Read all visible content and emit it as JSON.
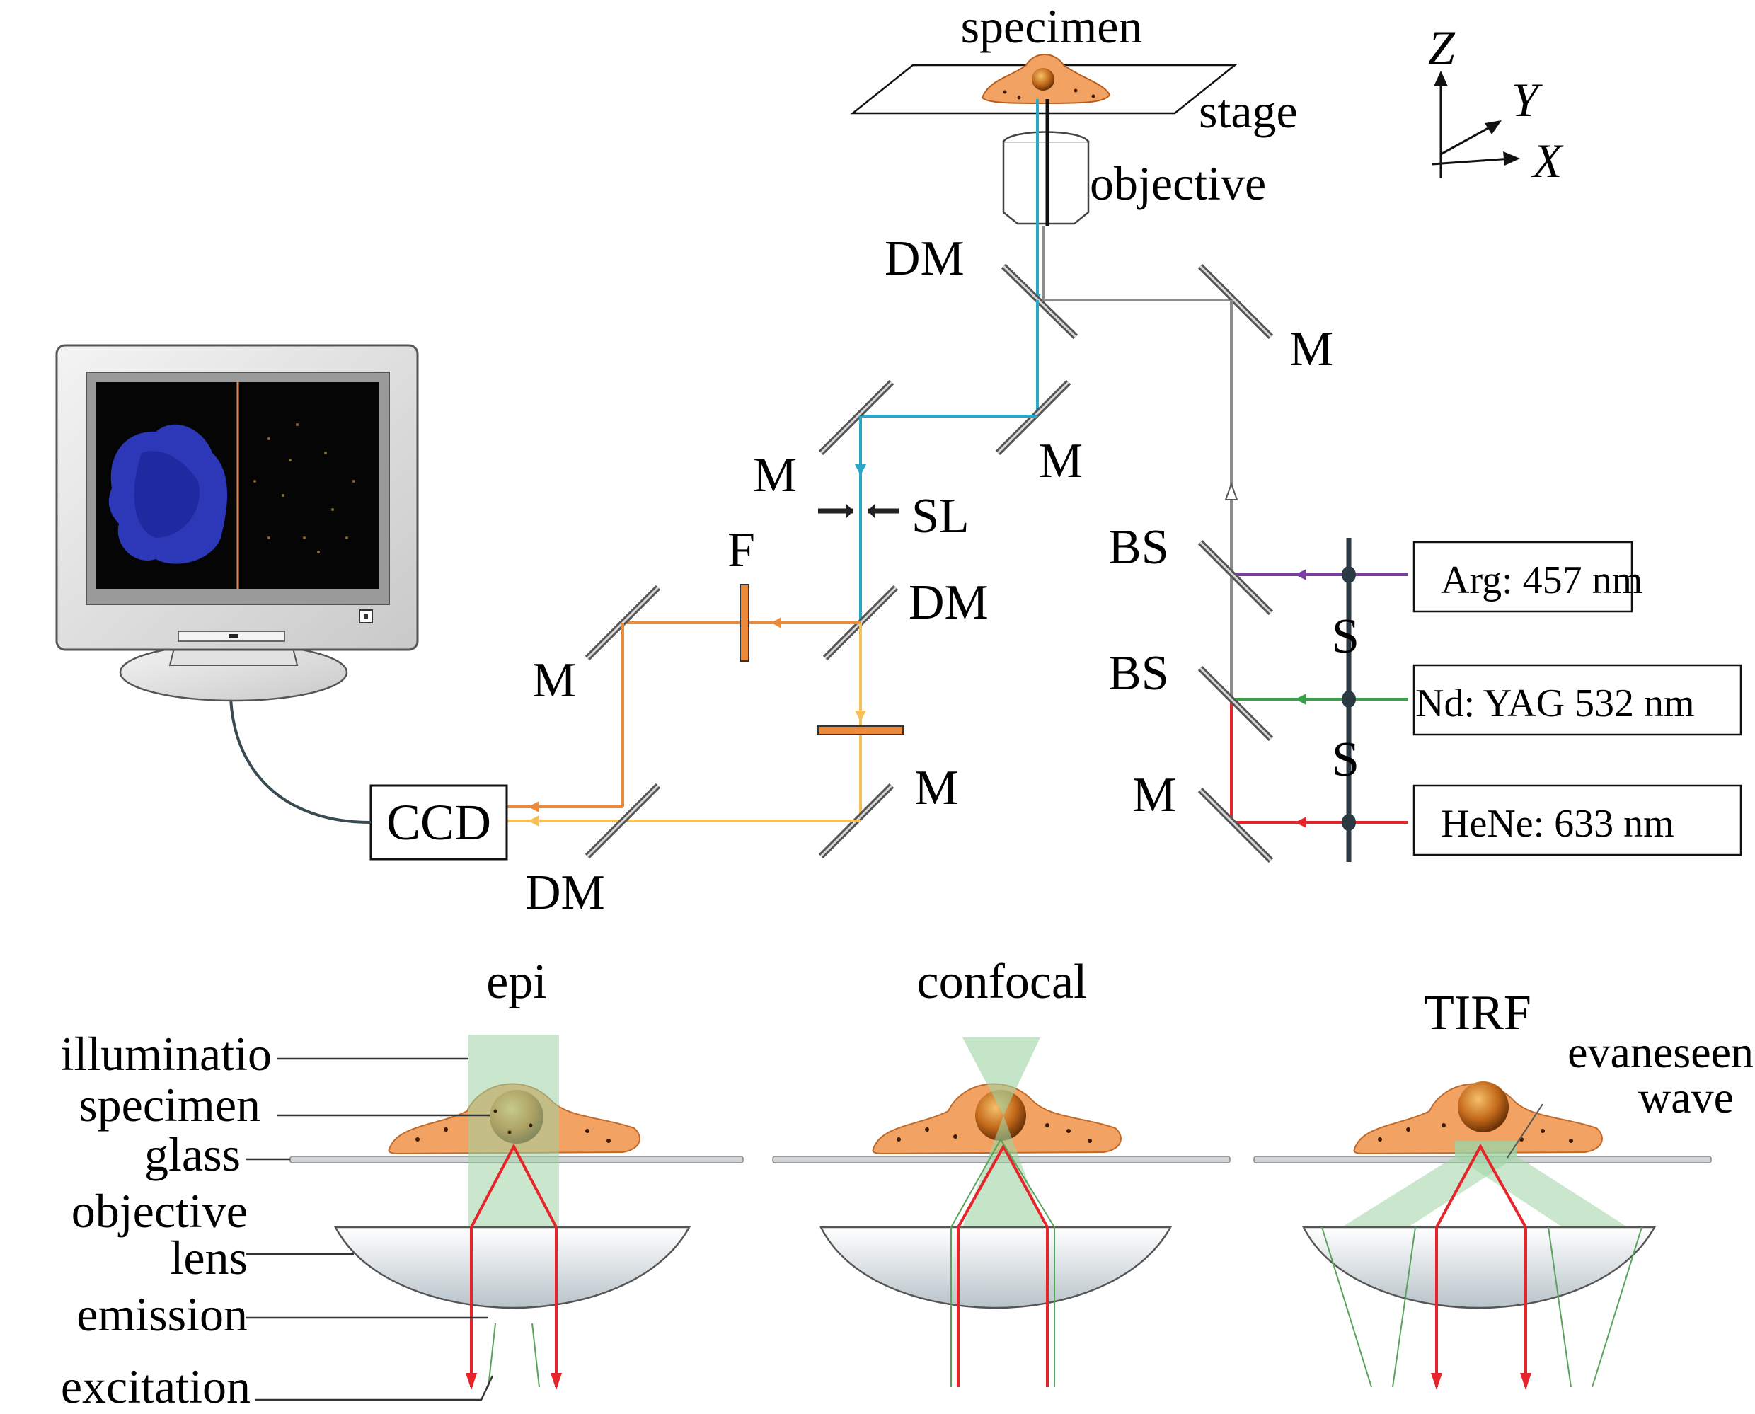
{
  "colors": {
    "blue_path": "#2aa7c9",
    "gray_path": "#8c8c8c",
    "purple_laser": "#7a3ea0",
    "green_laser": "#3aa14a",
    "red_laser": "#e8242b",
    "orange_path": "#ec8a3c",
    "yellow_path": "#f6bf5a",
    "cell": "#f2a363",
    "green_light": "#9fd3a4"
  },
  "setup": {
    "specimen": "specimen",
    "stage": "stage",
    "objective": "objective",
    "axes": {
      "z": "Z",
      "y": "Y",
      "x": "X"
    },
    "mirror": "M",
    "dichroic": "DM",
    "slit": "SL",
    "filter": "F",
    "beam_splitter": "BS",
    "shutter": "S",
    "detector": "CCD",
    "lasers": [
      "Arg: 457 nm",
      "Nd: YAG 532 nm",
      "HeNe: 633 nm"
    ]
  },
  "modes": {
    "epi": "epi",
    "confocal": "confocal",
    "tirf": "TIRF",
    "evanescent": [
      "evaneseen",
      "wave"
    ]
  },
  "legend": {
    "illumination": "illuminatio",
    "specimen": "specimen",
    "glass": "glass",
    "objective": "objective",
    "lens": "lens",
    "emission": "emission",
    "excitation": "excitation"
  }
}
